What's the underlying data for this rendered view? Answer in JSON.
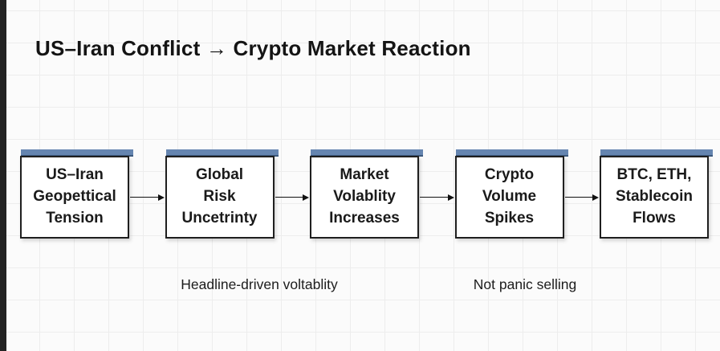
{
  "title": "US–Iran Conflict → Crypto Market Reaction",
  "flow": {
    "nodes": [
      {
        "label": "US–Iran\nGeopettical\nTension"
      },
      {
        "label": "Global\nRisk\nUncetrinty"
      },
      {
        "label": "Market\nVolablity\nIncreases"
      },
      {
        "label": "Crypto\nVolume\nSpikes"
      },
      {
        "label": "BTC, ETH,\nStablecoin\nFlows"
      }
    ]
  },
  "annotations": [
    {
      "text": "Headline-driven voltablity"
    },
    {
      "text": "Not panic selling"
    }
  ],
  "colors": {
    "node_top_bar": "#6585b0",
    "node_top_bar_edge": "#3d5a7e",
    "node_border": "#1f1f1f",
    "background": "#fbfbfb",
    "grid_line": "#ededed",
    "left_edge_bar": "#232323"
  }
}
